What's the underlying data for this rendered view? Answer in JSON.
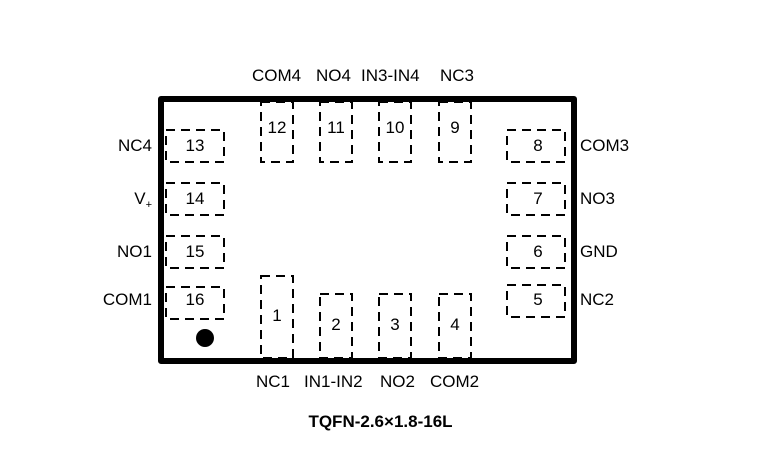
{
  "package_title": "TQFN-2.6×1.8-16L",
  "pins": {
    "p1": {
      "num": "1",
      "name": "NC1"
    },
    "p2": {
      "num": "2",
      "name": "IN1-IN2"
    },
    "p3": {
      "num": "3",
      "name": "NO2"
    },
    "p4": {
      "num": "4",
      "name": "COM2"
    },
    "p5": {
      "num": "5",
      "name": "NC2"
    },
    "p6": {
      "num": "6",
      "name": "GND"
    },
    "p7": {
      "num": "7",
      "name": "NO3"
    },
    "p8": {
      "num": "8",
      "name": "COM3"
    },
    "p9": {
      "num": "9",
      "name": "NC3"
    },
    "p10": {
      "num": "10",
      "name": "IN3-IN4"
    },
    "p11": {
      "num": "11",
      "name": "NO4"
    },
    "p12": {
      "num": "12",
      "name": "COM4"
    },
    "p13": {
      "num": "13",
      "name": "NC4"
    },
    "p14": {
      "num": "14",
      "name": "V",
      "subscript": "+"
    },
    "p15": {
      "num": "15",
      "name": "NO1"
    },
    "p16": {
      "num": "16",
      "name": "COM1"
    }
  },
  "pin1_marker": "filled-dot"
}
